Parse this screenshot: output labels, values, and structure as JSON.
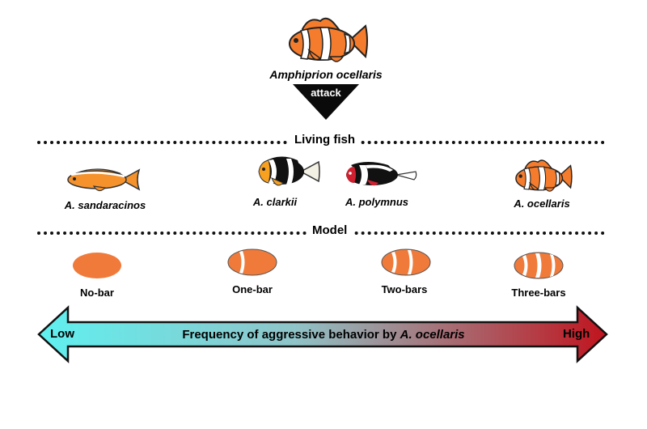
{
  "top": {
    "species_label": "Amphiprion ocellaris",
    "attack_label": "attack"
  },
  "living": {
    "section_label": "Living fish",
    "fish": [
      {
        "label": "A. sandaracinos",
        "icon": "sandaracinos-fish-icon"
      },
      {
        "label": "A. clarkii",
        "icon": "clarkii-fish-icon"
      },
      {
        "label": "A. polymnus",
        "icon": "polymnus-fish-icon"
      },
      {
        "label": "A. ocellaris",
        "icon": "ocellaris-fish-icon"
      }
    ]
  },
  "model": {
    "section_label": "Model",
    "items": [
      {
        "label": "No-bar",
        "bars": 0
      },
      {
        "label": "One-bar",
        "bars": 1
      },
      {
        "label": "Two-bars",
        "bars": 2
      },
      {
        "label": "Three-bars",
        "bars": 3
      }
    ]
  },
  "arrow": {
    "low_label": "Low",
    "high_label": "High",
    "caption_prefix": "Frequency of aggressive behavior by ",
    "caption_species": "A. ocellaris",
    "gradient_start": "#5ff0f0",
    "gradient_end": "#c0141e"
  },
  "colors": {
    "orange": "#f47c2c",
    "model_fill": "#f07a3a"
  }
}
